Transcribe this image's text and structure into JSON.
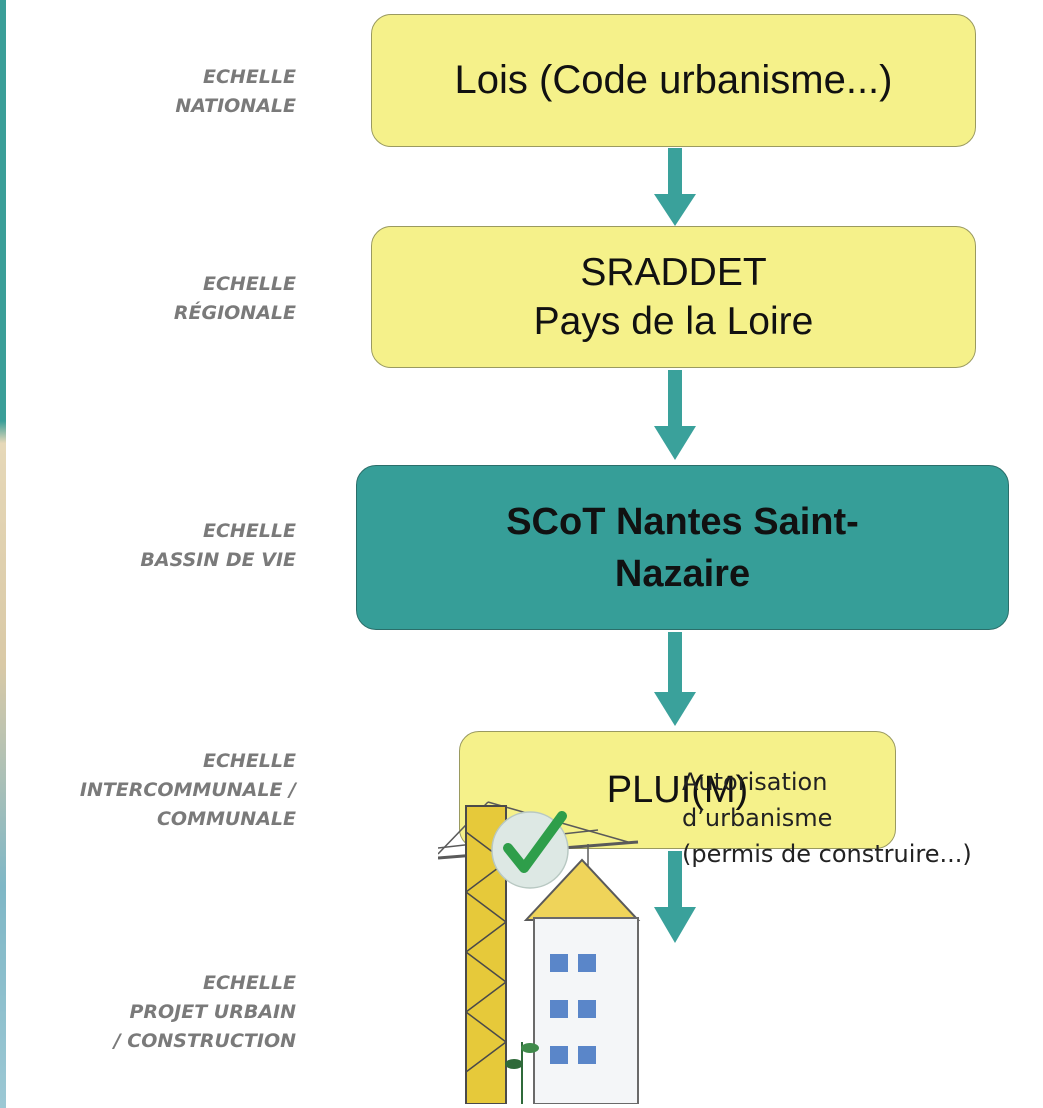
{
  "scales": [
    {
      "line1": "ECHELLE",
      "line2": "NATIONALE",
      "line3": ""
    },
    {
      "line1": "ECHELLE",
      "line2": "RÉGIONALE",
      "line3": ""
    },
    {
      "line1": "ECHELLE",
      "line2": "BASSIN DE VIE",
      "line3": ""
    },
    {
      "line1": "ECHELLE",
      "line2": "INTERCOMMUNALE /",
      "line3": "COMMUNALE"
    },
    {
      "line1": "ECHELLE",
      "line2": "PROJET URBAIN",
      "line3": "/ CONSTRUCTION"
    }
  ],
  "boxes": {
    "lois": "Lois (Code urbanisme...)",
    "sraddet_line1": "SRADDET",
    "sraddet_line2": "Pays de la Loire",
    "scot_line1": "SCoT Nantes Saint-",
    "scot_line2": "Nazaire",
    "pluim": "PLUI(M)"
  },
  "authorisation": {
    "line1": "Autorisation",
    "line2": "d’urbanisme",
    "line3": "(permis de construire...)"
  },
  "colors": {
    "yellow_box": "#f5f18a",
    "teal_box": "#369e98",
    "arrow": "#3aa19b",
    "label_gray": "#7a7a7a"
  }
}
